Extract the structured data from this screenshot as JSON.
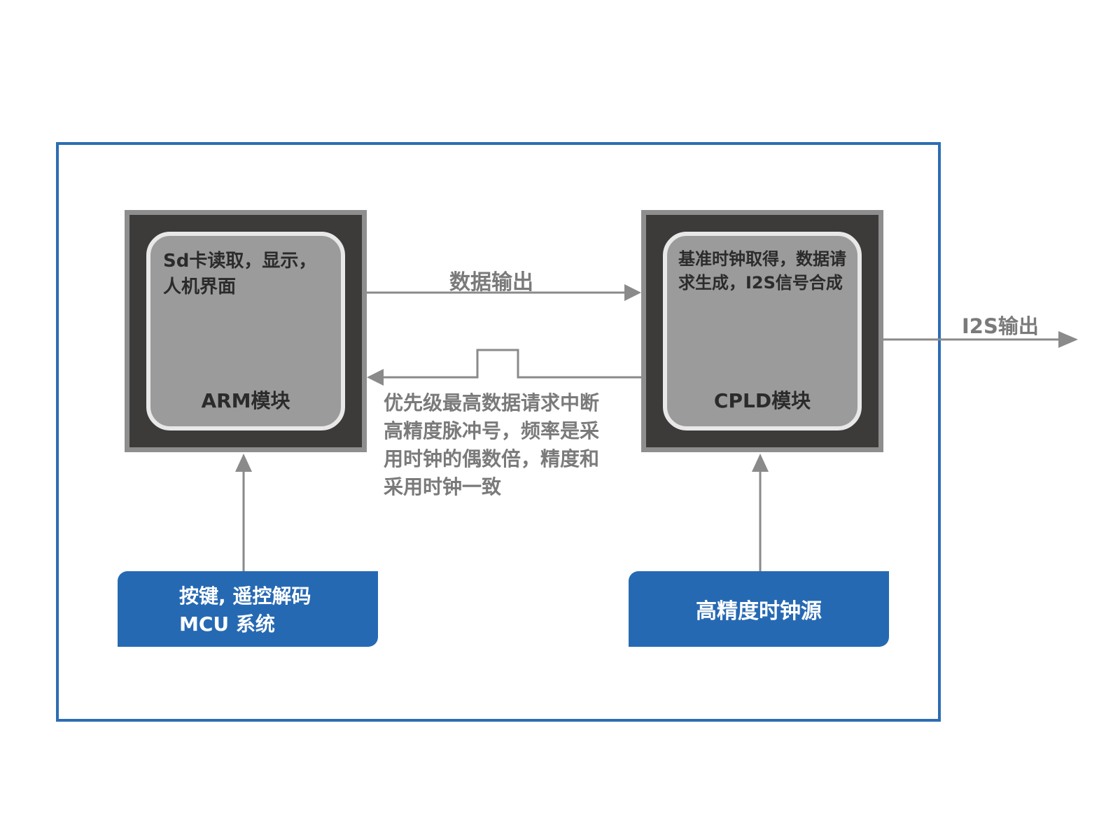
{
  "arm_module": {
    "description_line1": "Sd卡读取，显示，",
    "description_line2": "人机界面",
    "name": "ARM模块"
  },
  "cpld_module": {
    "description_line1": "基准时钟取得，数据请",
    "description_line2": "求生成，I2S信号合成",
    "name": "CPLD模块"
  },
  "mcu_box": {
    "line1": "按键, 遥控解码",
    "line2": "MCU 系统"
  },
  "clock_box": {
    "label": "高精度时钟源"
  },
  "arrows": {
    "data_output": "数据输出",
    "i2s_output": "I2S输出"
  },
  "interrupt_text": {
    "line1": "优先级最高数据请求中断",
    "line2": "高精度脉冲号，频率是采",
    "line3": "用时钟的偶数倍，精度和",
    "line4": "采用时钟一致"
  },
  "colors": {
    "frame_border": "#2d6db3",
    "blue_box": "#2669b3",
    "chip_outer": "#3d3a3a",
    "chip_inner": "#9b9b9b",
    "wire": "#8a8a8a"
  }
}
